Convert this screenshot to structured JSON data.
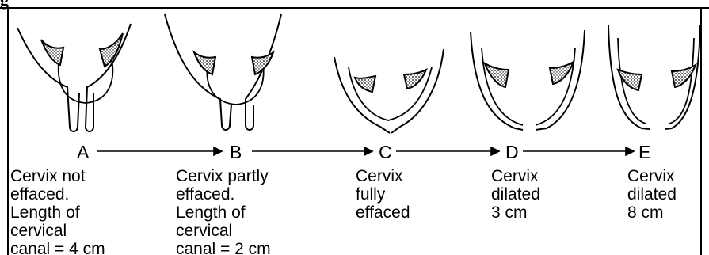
{
  "heading_fragment": "g",
  "stages": [
    {
      "letter": "A",
      "caption": "Cervix not\neffaced.\nLength of\ncervical\ncanal = 4 cm"
    },
    {
      "letter": "B",
      "caption": "Cervix partly\neffaced.\nLength of\ncervical\ncanal = 2 cm"
    },
    {
      "letter": "C",
      "caption": "Cervix\nfully\neffaced"
    },
    {
      "letter": "D",
      "caption": "Cervix\ndilated\n3 cm"
    },
    {
      "letter": "E",
      "caption": "Cervix\ndilated\n8 cm"
    }
  ]
}
